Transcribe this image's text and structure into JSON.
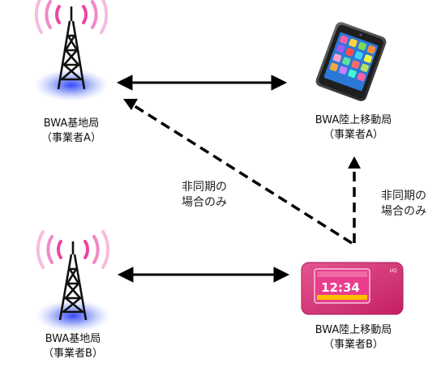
{
  "nodes": {
    "base_station_a": {
      "name": "BWA基地局",
      "operator": "（事業者A）"
    },
    "mobile_station_a": {
      "name": "BWA陸上移動局",
      "operator": "（事業者A）"
    },
    "base_station_b": {
      "name": "BWA基地局",
      "operator": "（事業者B）"
    },
    "mobile_station_b": {
      "name": "BWA陸上移動局",
      "operator": "（事業者B）"
    }
  },
  "notes": {
    "dashed_diagonal": {
      "line1": "非同期の",
      "line2": "場合のみ"
    },
    "dashed_vertical": {
      "line1": "非同期の",
      "line2": "場合のみ"
    }
  },
  "router_screen": {
    "time": "12:34",
    "brand": "UQ"
  },
  "colors": {
    "signal_arc": "#e93b9c",
    "tower_base_glow": "#4060e0",
    "arrow": "#000000",
    "phone_body": "#1e1e1e",
    "router_body": "#d6336e"
  },
  "icons": {
    "tower": "radio-tower-icon",
    "phone": "smartphone-icon",
    "router": "mobile-router-icon"
  }
}
